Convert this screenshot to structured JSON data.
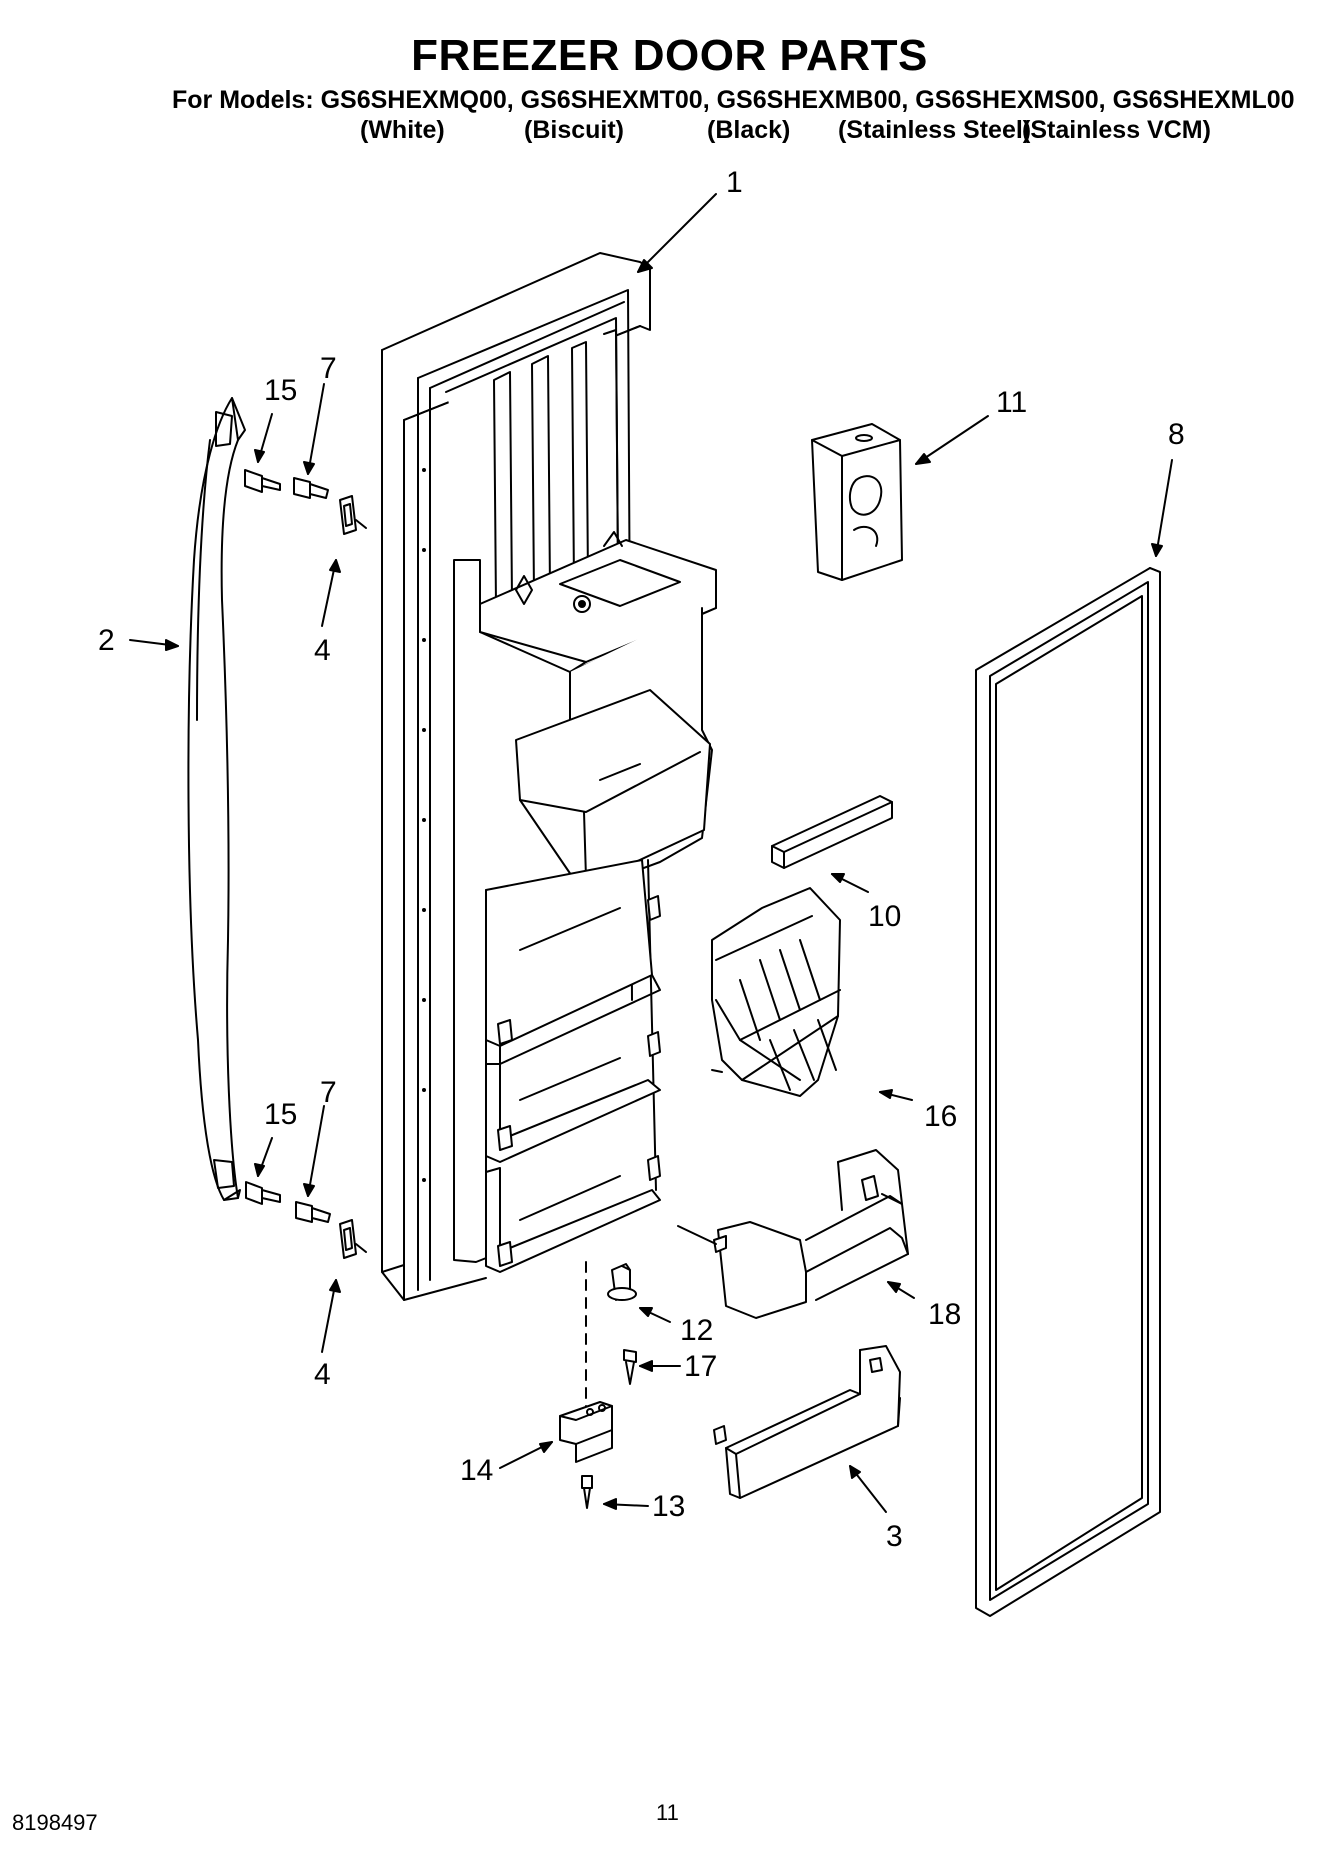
{
  "header": {
    "title": "FREEZER DOOR PARTS",
    "models_line": "For Models: GS6SHEXMQ00, GS6SHEXMT00, GS6SHEXMB00, GS6SHEXMS00, GS6SHEXML00",
    "variants": [
      "(White)",
      "(Biscuit)",
      "(Black)",
      "(Stainless Steel)",
      "(Stainless VCM)"
    ]
  },
  "callouts": [
    "1",
    "2",
    "3",
    "4",
    "4",
    "7",
    "7",
    "8",
    "10",
    "11",
    "12",
    "13",
    "14",
    "15",
    "15",
    "16",
    "17",
    "18"
  ],
  "footer": {
    "doc_number": "8198497",
    "page_number": "11"
  }
}
